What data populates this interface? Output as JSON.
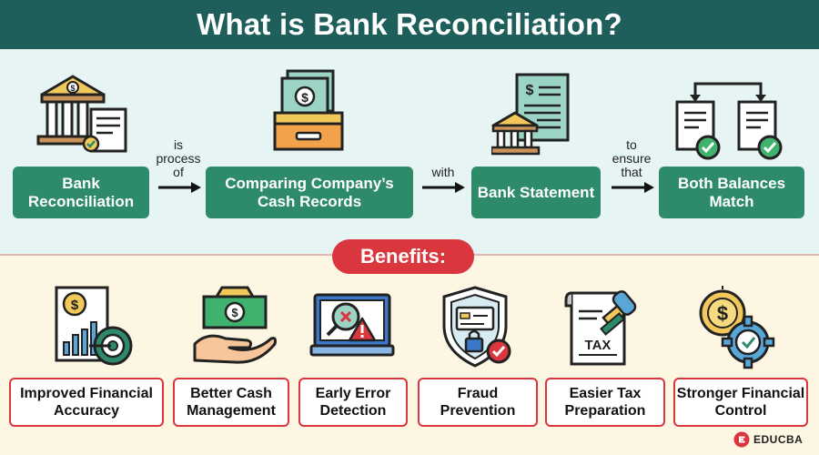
{
  "title": "What is Bank Reconciliation?",
  "flow": {
    "boxes": [
      {
        "label": "Bank Reconciliation",
        "icon": "bank-with-document-icon"
      },
      {
        "label": "Comparing Company’s Cash Records",
        "icon": "cash-drawer-icon"
      },
      {
        "label": "Bank Statement",
        "icon": "bank-statement-icon"
      },
      {
        "label": "Both Balances Match",
        "icon": "matching-documents-icon"
      }
    ],
    "connectors": [
      {
        "label": "is process of"
      },
      {
        "label": "with"
      },
      {
        "label": "to ensure that"
      }
    ]
  },
  "benefits": {
    "heading": "Benefits:",
    "items": [
      {
        "label": "Improved Financial Accuracy",
        "icon": "financial-accuracy-icon"
      },
      {
        "label": "Better Cash Management",
        "icon": "cash-management-icon"
      },
      {
        "label": "Early Error Detection",
        "icon": "error-detection-icon"
      },
      {
        "label": "Fraud Prevention",
        "icon": "fraud-shield-icon"
      },
      {
        "label": "Easier Tax Preparation",
        "icon": "tax-document-icon"
      },
      {
        "label": "Stronger Financial Control",
        "icon": "financial-control-icon"
      }
    ]
  },
  "brand": {
    "name": "EDUCBA"
  },
  "colors": {
    "title_bar": "#1f5f5b",
    "flow_box": "#2e8b6a",
    "accent_red": "#d9363e",
    "top_bg": "#e6f5f3",
    "bottom_bg": "#fdf6e3"
  }
}
